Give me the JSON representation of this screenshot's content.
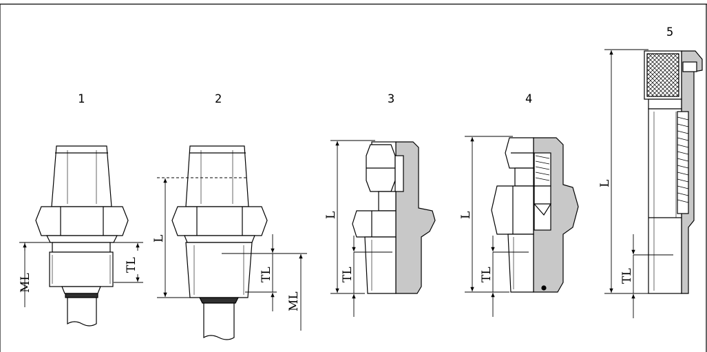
{
  "figure": {
    "items": [
      {
        "number": "1",
        "dims": [
          "ML",
          "TL"
        ]
      },
      {
        "number": "2",
        "dims": [
          "L",
          "TL",
          "ML"
        ]
      },
      {
        "number": "3",
        "dims": [
          "L",
          "TL"
        ]
      },
      {
        "number": "4",
        "dims": [
          "L",
          "TL"
        ]
      },
      {
        "number": "5",
        "dims": [
          "L",
          "TL"
        ]
      }
    ],
    "colors": {
      "line": "#000000",
      "fill_light": "#f2f2f2",
      "fill_section": "#c8c8c8",
      "insulation": "#303030"
    }
  }
}
